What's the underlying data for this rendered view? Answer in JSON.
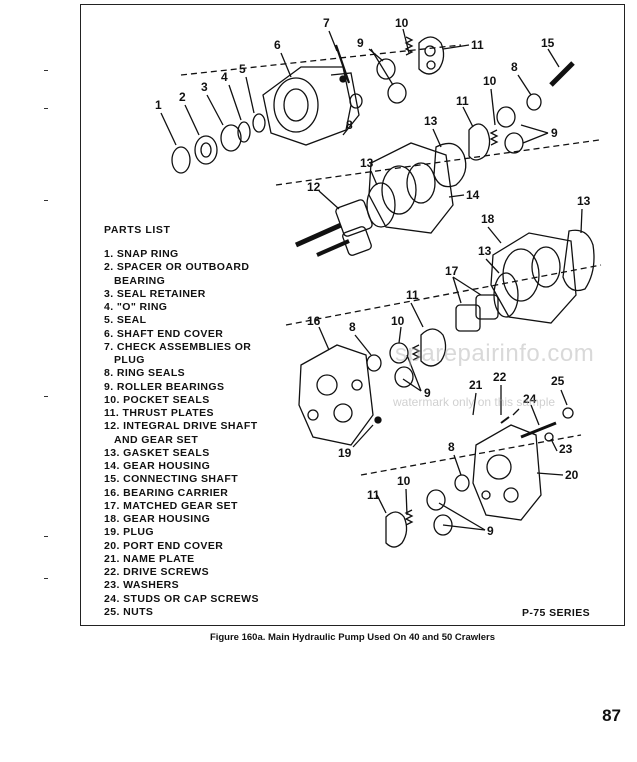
{
  "parts_list": {
    "title": "PARTS LIST",
    "items": [
      "1. SNAP RING",
      "2. SPACER OR OUTBOARD",
      "BEARING",
      "3. SEAL RETAINER",
      "4. \"O\" RING",
      "5. SEAL",
      "6. SHAFT END COVER",
      "7. CHECK ASSEMBLIES OR",
      "PLUG",
      "8. RING SEALS",
      "9. ROLLER BEARINGS",
      "10. POCKET SEALS",
      "11. THRUST PLATES",
      "12. INTEGRAL DRIVE SHAFT",
      "AND GEAR SET",
      "13. GASKET SEALS",
      "14. GEAR HOUSING",
      "15. CONNECTING SHAFT",
      "16. BEARING CARRIER",
      "17. MATCHED GEAR SET",
      "18. GEAR HOUSING",
      "19. PLUG",
      "20. PORT END COVER",
      "21. NAME PLATE",
      "22. DRIVE SCREWS",
      "23. WASHERS",
      "24. STUDS OR CAP SCREWS",
      "25. NUTS"
    ]
  },
  "callouts": [
    "1",
    "2",
    "3",
    "4",
    "5",
    "6",
    "7",
    "8",
    "9",
    "10",
    "11",
    "12",
    "13",
    "14",
    "15",
    "16",
    "17",
    "18",
    "19",
    "20",
    "21",
    "22",
    "23",
    "24",
    "25"
  ],
  "series_label": "P-75 SERIES",
  "caption": "Figure 160a.  Main Hydraulic Pump Used On 40 and  50 Crawlers",
  "page_number": "87",
  "watermark": {
    "main": "sparepairinfo.com",
    "sub": "watermark only on this sample"
  }
}
